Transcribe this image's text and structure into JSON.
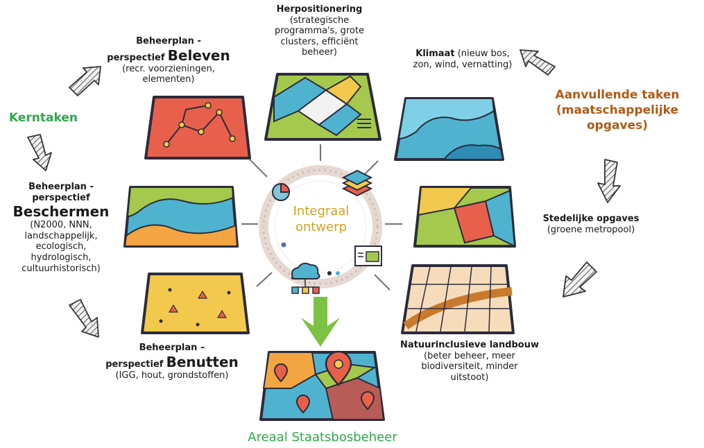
{
  "title_left": "Kerntaken",
  "title_right": "Aanvullende taken (maatschappelijke opgaves)",
  "title_right_lines": [
    "Aanvullende taken",
    "(maatschappelijke",
    "opgaves)"
  ],
  "center": {
    "line1": "Integraal",
    "line2": "ontwerp"
  },
  "bottom": "Areaal Staatsbosbeheer",
  "labels": {
    "herpositionering": {
      "title": "Herpositionering",
      "sub": [
        "(strategische",
        "programma's, grote",
        "clusters, efficiënt",
        "beheer)"
      ]
    },
    "beleven": {
      "line1": "Beheerplan -",
      "prefix": "perspectief",
      "big": "Beleven",
      "sub": [
        "(recr. voorzieningen,",
        "elementen)"
      ]
    },
    "klimaat": {
      "title": "Klimaat",
      "rest": "(nieuw bos,",
      "sub": [
        "zon, wind, vernatting)"
      ]
    },
    "beschermen": {
      "line1": "Beheerplan -",
      "line2": "perspectief",
      "big": "Beschermen",
      "sub": [
        "(N2000, NNN,",
        "landschappelijk,",
        "ecologisch,",
        "hydrologisch,",
        "cultuurhistorisch)"
      ]
    },
    "stedelijk": {
      "title": "Stedelijke opgaves",
      "sub": [
        "(groene metropool)"
      ]
    },
    "benutten": {
      "line1": "Beheerplan –",
      "prefix": "perspectief",
      "big": "Benutten",
      "sub": [
        "(IGG, hout, grondstoffen)"
      ]
    },
    "natuur": {
      "title": "Natuurinclusieve landbouw",
      "sub": [
        "(beter beheer, meer",
        "biodiversiteit, minder",
        "uitstoot)"
      ]
    }
  },
  "colors": {
    "green": "#2ea84a",
    "orange": "#b35a16",
    "gold": "#d3a021",
    "arrow_green": "#7dc242",
    "outline": "#2b2b3a"
  }
}
